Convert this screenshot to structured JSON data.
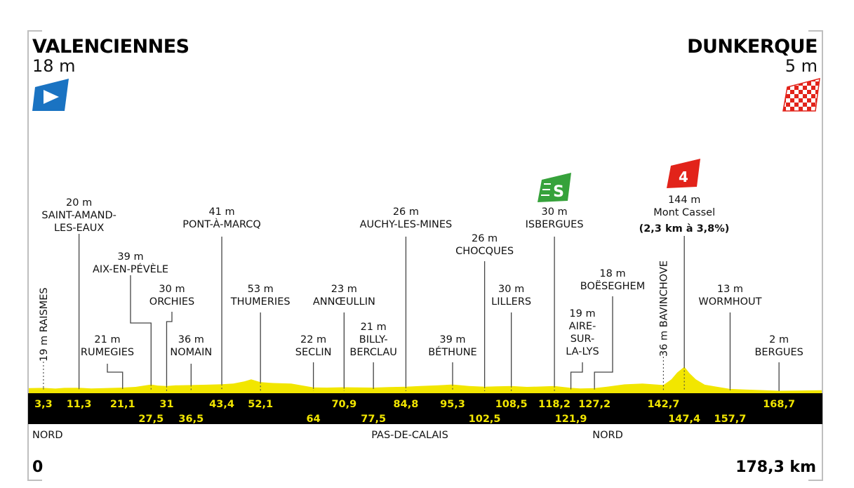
{
  "stage": {
    "start_town": "VALENCIENNES",
    "start_altitude": "18 m",
    "finish_town": "DUNKERQUE",
    "finish_altitude": "5 m",
    "start_distance": "0",
    "total_distance": "178,3 km",
    "sprint_badge": "S",
    "climb_badge": "4",
    "climb_detail": "(2,3 km à 3,8%)"
  },
  "regions": [
    "NORD",
    "PAS-DE-CALAIS",
    "NORD"
  ],
  "colors": {
    "profile_fill": "#f2e600",
    "band": "#000000",
    "km_text": "#f2e600",
    "start_flag": "#1a73c2",
    "finish_flag": "#e2231a",
    "sprint_flag": "#36a23b",
    "climb_flag": "#e2231a"
  },
  "chart_data": {
    "type": "area",
    "xlim": [
      0,
      178.3
    ],
    "x_unit": "km",
    "y_unit": "m",
    "profile": [
      [
        0,
        18
      ],
      [
        3.3,
        19
      ],
      [
        6,
        15
      ],
      [
        8,
        19
      ],
      [
        11.3,
        20
      ],
      [
        14,
        16
      ],
      [
        17,
        18
      ],
      [
        21.1,
        21
      ],
      [
        24,
        25
      ],
      [
        27.5,
        39
      ],
      [
        29,
        33
      ],
      [
        31,
        30
      ],
      [
        33,
        34
      ],
      [
        36.5,
        36
      ],
      [
        40,
        38
      ],
      [
        43.4,
        41
      ],
      [
        46,
        45
      ],
      [
        48.5,
        58
      ],
      [
        50,
        70
      ],
      [
        52.1,
        53
      ],
      [
        55,
        48
      ],
      [
        59,
        45
      ],
      [
        64,
        22
      ],
      [
        67,
        21
      ],
      [
        70.9,
        23
      ],
      [
        74,
        22
      ],
      [
        77.5,
        21
      ],
      [
        81,
        24
      ],
      [
        84.8,
        26
      ],
      [
        88,
        30
      ],
      [
        92,
        34
      ],
      [
        95.3,
        39
      ],
      [
        99,
        30
      ],
      [
        102.5,
        26
      ],
      [
        105,
        28
      ],
      [
        108.5,
        30
      ],
      [
        112,
        25
      ],
      [
        116,
        28
      ],
      [
        118.2,
        30
      ],
      [
        121.9,
        19
      ],
      [
        124,
        16
      ],
      [
        127.2,
        18
      ],
      [
        130,
        26
      ],
      [
        134,
        40
      ],
      [
        138,
        45
      ],
      [
        142.7,
        36
      ],
      [
        144.5,
        70
      ],
      [
        145.8,
        110
      ],
      [
        147.4,
        144
      ],
      [
        148.6,
        105
      ],
      [
        150,
        70
      ],
      [
        152,
        38
      ],
      [
        157.7,
        13
      ],
      [
        161,
        9
      ],
      [
        165,
        6
      ],
      [
        168.7,
        2
      ],
      [
        172,
        3
      ],
      [
        175,
        4
      ],
      [
        178.3,
        5
      ]
    ],
    "waypoints": [
      {
        "km": 3.3,
        "km_label": "3,3",
        "name": "RAISMES",
        "alt": "19 m",
        "vertical": true
      },
      {
        "km": 11.3,
        "km_label": "11,3",
        "name": "SAINT-AMAND-LES-EAUX",
        "lines": [
          "20 m",
          "SAINT-AMAND-",
          "LES-EAUX"
        ]
      },
      {
        "km": 21.1,
        "km_label": "21,1",
        "name": "RUMEGIES",
        "lines": [
          "21 m",
          "RUMEGIES"
        ]
      },
      {
        "km": 27.5,
        "km_label": "27,5",
        "name": "AIX-EN-PÉVÈLE",
        "lines": [
          "39 m",
          "AIX-EN-PÉVÈLE"
        ]
      },
      {
        "km": 31,
        "km_label": "31",
        "name": "ORCHIES",
        "lines": [
          "30 m",
          "ORCHIES"
        ]
      },
      {
        "km": 36.5,
        "km_label": "36,5",
        "name": "NOMAIN",
        "lines": [
          "36 m",
          "NOMAIN"
        ]
      },
      {
        "km": 43.4,
        "km_label": "43,4",
        "name": "PONT-À-MARCQ",
        "lines": [
          "41 m",
          "PONT-À-MARCQ"
        ]
      },
      {
        "km": 52.1,
        "km_label": "52,1",
        "name": "THUMERIES",
        "lines": [
          "53 m",
          "THUMERIES"
        ]
      },
      {
        "km": 64,
        "km_label": "64",
        "name": "SECLIN",
        "lines": [
          "22 m",
          "SECLIN"
        ]
      },
      {
        "km": 70.9,
        "km_label": "70,9",
        "name": "ANNŒULLIN",
        "lines": [
          "23 m",
          "ANNŒULLIN"
        ]
      },
      {
        "km": 77.5,
        "km_label": "77,5",
        "name": "BILLY-BERCLAU",
        "lines": [
          "21 m",
          "BILLY-",
          "BERCLAU"
        ]
      },
      {
        "km": 84.8,
        "km_label": "84,8",
        "name": "AUCHY-LES-MINES",
        "lines": [
          "26 m",
          "AUCHY-LES-MINES"
        ]
      },
      {
        "km": 95.3,
        "km_label": "95,3",
        "name": "BÉTHUNE",
        "lines": [
          "39 m",
          "BÉTHUNE"
        ]
      },
      {
        "km": 102.5,
        "km_label": "102,5",
        "name": "CHOCQUES",
        "lines": [
          "26 m",
          "CHOCQUES"
        ]
      },
      {
        "km": 108.5,
        "km_label": "108,5",
        "name": "LILLERS",
        "lines": [
          "30 m",
          "LILLERS"
        ]
      },
      {
        "km": 118.2,
        "km_label": "118,2",
        "name": "ISBERGUES",
        "lines": [
          "30 m",
          "ISBERGUES"
        ]
      },
      {
        "km": 121.9,
        "km_label": "121,9",
        "name": "AIRE-SUR-LA-LYS",
        "lines": [
          "19 m",
          "AIRE-",
          "SUR-",
          "LA-LYS"
        ]
      },
      {
        "km": 127.2,
        "km_label": "127,2",
        "name": "BOËSEGHEM",
        "lines": [
          "18 m",
          "BOËSEGHEM"
        ]
      },
      {
        "km": 142.7,
        "km_label": "142,7",
        "name": "BAVINCHOVE",
        "alt": "36 m",
        "vertical": true
      },
      {
        "km": 147.4,
        "km_label": "147,4",
        "name": "Mont Cassel",
        "lines": [
          "144 m",
          "Mont Cassel"
        ]
      },
      {
        "km": 157.7,
        "km_label": "157,7",
        "name": "WORMHOUT",
        "lines": [
          "13 m",
          "WORMHOUT"
        ]
      },
      {
        "km": 168.7,
        "km_label": "168,7",
        "name": "BERGUES",
        "lines": [
          "2 m",
          "BERGUES"
        ]
      }
    ]
  }
}
